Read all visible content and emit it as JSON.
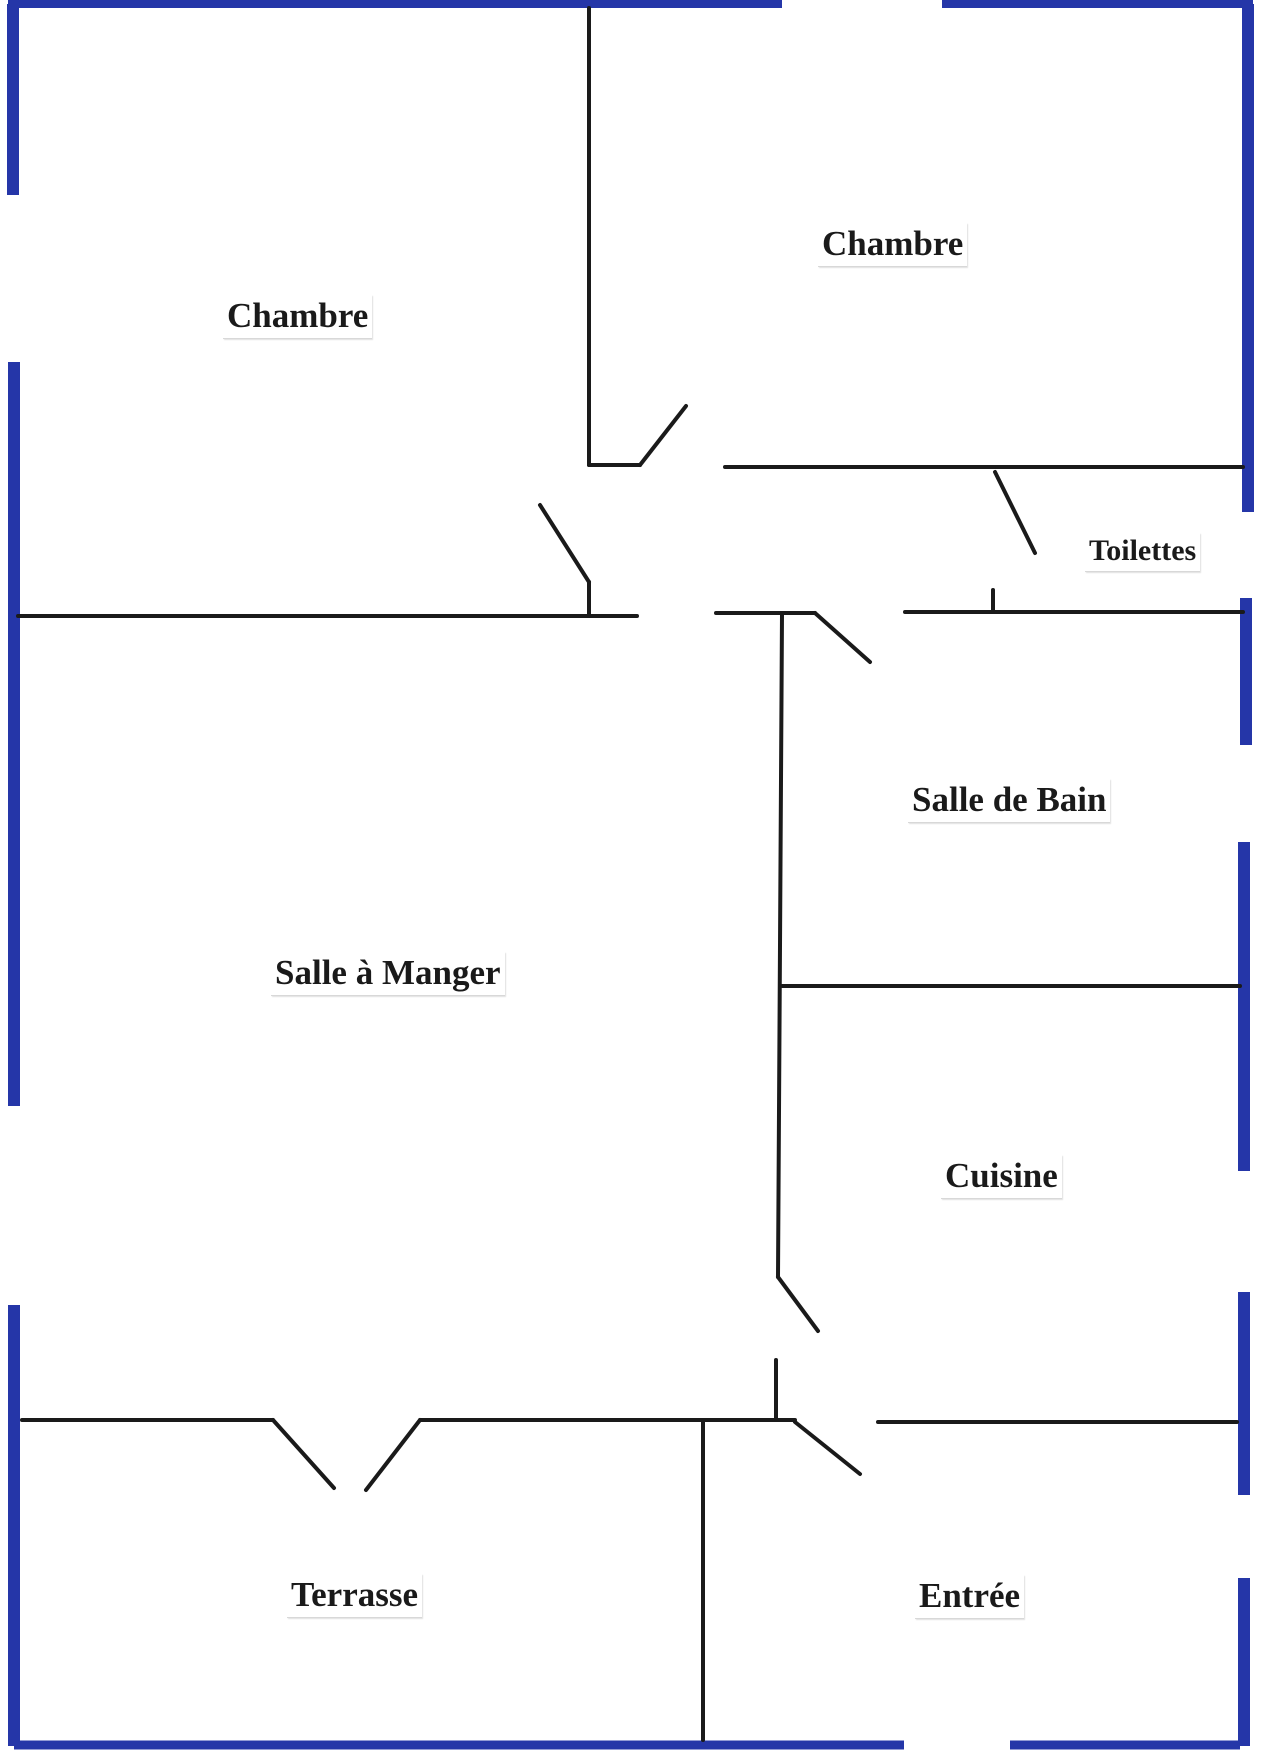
{
  "plan": {
    "colors": {
      "outer_wall": "#2536a8",
      "inner_wall": "#1a1a1a",
      "paper": "#ffffff"
    },
    "rooms": [
      {
        "id": "chambre-1",
        "label": "Chambre"
      },
      {
        "id": "chambre-2",
        "label": "Chambre"
      },
      {
        "id": "toilettes",
        "label": "Toilettes"
      },
      {
        "id": "salle-de-bain",
        "label": "Salle de Bain"
      },
      {
        "id": "salle-a-manger",
        "label": "Salle à Manger"
      },
      {
        "id": "cuisine",
        "label": "Cuisine"
      },
      {
        "id": "terrasse",
        "label": "Terrasse"
      },
      {
        "id": "entree",
        "label": "Entrée"
      }
    ]
  }
}
